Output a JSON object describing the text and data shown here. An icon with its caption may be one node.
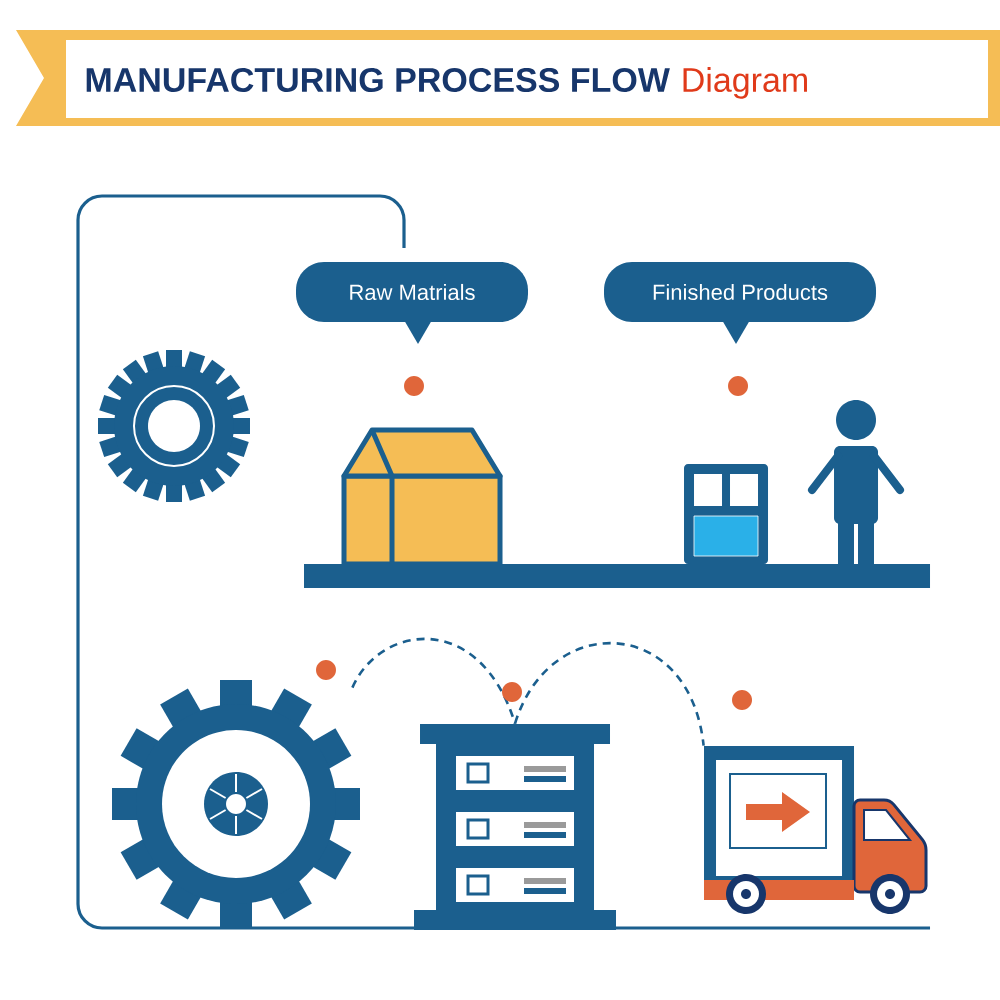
{
  "diagram": {
    "title": "MANUFACTURING PROCESS FLOW",
    "nodes": [
      {
        "text": [
          "Raw Matrials"
        ]
      },
      {
        "text": [
          "Finished Products"
        ]
      },
      {
        "text": [],
        "shape": "picture"
      },
      {
        "text": [],
        "shape": "picture"
      },
      {
        "text": [],
        "shape": "picture"
      }
    ],
    "edges": [
      {
        "from": 2,
        "to": 3,
        "arrow": "none",
        "style": "dashed"
      },
      {
        "from": 3,
        "to": 4,
        "arrow": "none",
        "style": "dashed"
      }
    ],
    "labels": [
      "Diagram"
    ]
  }
}
